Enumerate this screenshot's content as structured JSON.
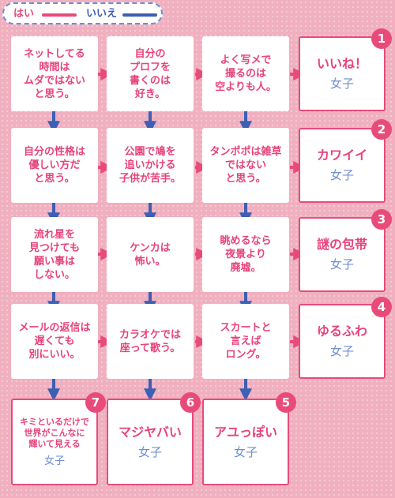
{
  "legend": {
    "yes_label": "はい",
    "no_label": "いいえ",
    "yes_color": "#e84b7a",
    "no_color": "#3d5fb4"
  },
  "questions": [
    [
      "ネットしてる\n時間は\nムダではない\nと思う。",
      "自分の\nプロフを\n書くのは\n好き。",
      "よく写メで\n撮るのは\n空よりも人。"
    ],
    [
      "自分の性格は\n優しい方だ\nと思う。",
      "公園で鳩を\n追いかける\n子供が苦手。",
      "タンポポは雑草\nではない\nと思う。"
    ],
    [
      "流れ星を\n見つけても\n願い事は\nしない。",
      "ケンカは\n怖い。",
      "眺めるなら\n夜景より\n廃墟。"
    ],
    [
      "メールの返信は\n遅くても\n別にいい。",
      "カラオケでは\n座って歌う。",
      "スカートと\n言えば\nロング。"
    ]
  ],
  "results": [
    {
      "number": "1",
      "title": "いいね！",
      "subtitle": "女子"
    },
    {
      "number": "2",
      "title": "カワイイ",
      "subtitle": "女子"
    },
    {
      "number": "3",
      "title": "謎の包帯",
      "subtitle": "女子"
    },
    {
      "number": "4",
      "title": "ゆるふわ",
      "subtitle": "女子"
    },
    {
      "number": "5",
      "title": "アユっぽい",
      "subtitle": "女子"
    },
    {
      "number": "6",
      "title": "マジヤバい",
      "subtitle": "女子"
    },
    {
      "number": "7",
      "title": "キミといるだけで\n世界がこんなに\n輝いて見える",
      "subtitle": "女子"
    }
  ]
}
